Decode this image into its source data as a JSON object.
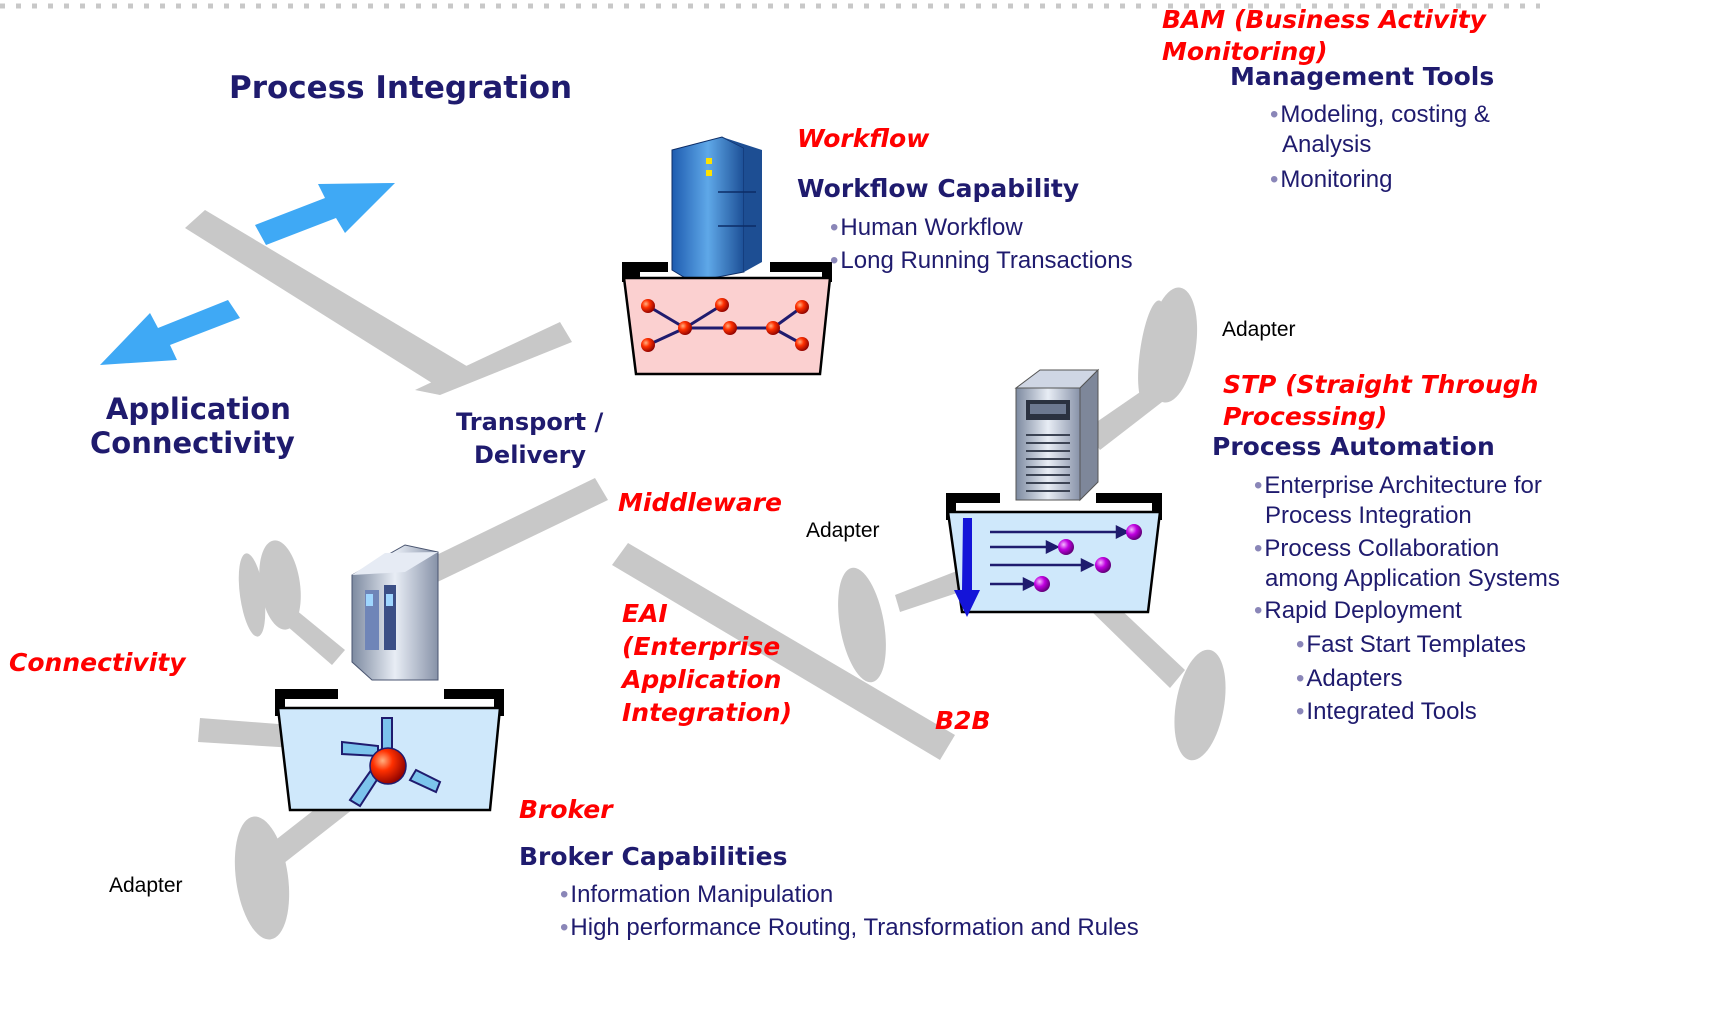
{
  "titles": {
    "process_integration": "Process Integration",
    "application_connectivity_1": "Application",
    "application_connectivity_2": "Connectivity",
    "transport_1": "Transport /",
    "transport_2": "Delivery"
  },
  "red_labels": {
    "bam_1": "BAM (Business Activity",
    "bam_2": "Monitoring)",
    "workflow": "Workflow",
    "stp_1": "STP (Straight Through",
    "stp_2": "Processing)",
    "middleware": "Middleware",
    "eai_1": "EAI",
    "eai_2": "(Enterprise",
    "eai_3": "Application",
    "eai_4": "Integration)",
    "b2b": "B2B",
    "connectivity": "Connectivity",
    "broker": "Broker"
  },
  "management_tools": {
    "heading": "Management Tools",
    "items": [
      "Modeling, costing &",
      "Analysis",
      "Monitoring"
    ]
  },
  "workflow_capability": {
    "heading": "Workflow Capability",
    "items": [
      "Human Workflow",
      "Long Running Transactions"
    ]
  },
  "process_automation": {
    "heading": "Process Automation",
    "items": [
      "Enterprise Architecture for",
      "Process Integration",
      "Process Collaboration",
      "among Application Systems",
      "Rapid Deployment",
      "Fast Start Templates",
      "Adapters",
      "Integrated Tools"
    ]
  },
  "broker_capabilities": {
    "heading": "Broker Capabilities",
    "items": [
      "Information Manipulation",
      "High performance Routing, Transformation and Rules"
    ]
  },
  "adapters": {
    "top_right": "Adapter",
    "middle": "Adapter",
    "bottom_left": "Adapter"
  },
  "colors": {
    "navy": "#1f1b6e",
    "red": "#ff0000",
    "gray_connector": "#c8c8c8",
    "blue_arrow": "#3fa9f5"
  }
}
